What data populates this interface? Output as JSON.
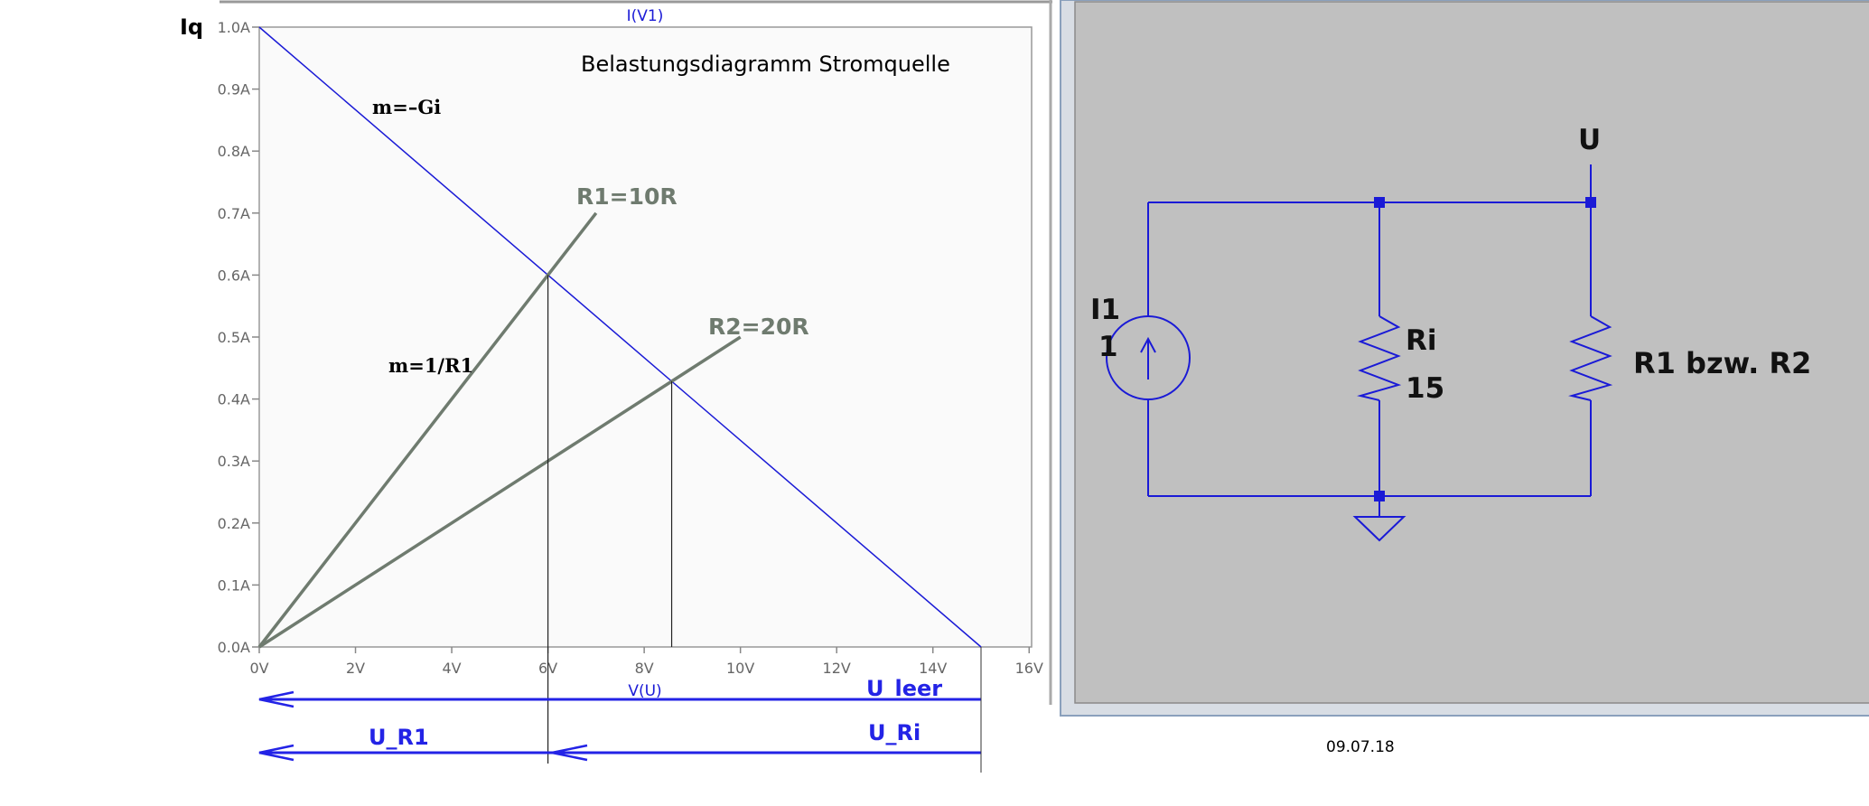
{
  "chart_data": {
    "type": "line",
    "title": "Belastungsdiagramm Stromquelle",
    "top_label": "I(V1)",
    "xlabel": "V(U)",
    "ylabel": "Iq",
    "xlim": [
      0,
      16
    ],
    "ylim": [
      0,
      1.0
    ],
    "x_ticks": [
      "0V",
      "2V",
      "4V",
      "6V",
      "8V",
      "10V",
      "12V",
      "14V",
      "16V"
    ],
    "y_ticks": [
      "0.0A",
      "0.1A",
      "0.2A",
      "0.3A",
      "0.4A",
      "0.5A",
      "0.6A",
      "0.7A",
      "0.8A",
      "0.9A",
      "1.0A"
    ],
    "series": [
      {
        "name": "m=–Gi",
        "color": "#1a1ad6",
        "x": [
          0,
          15
        ],
        "y": [
          1.0,
          0.0
        ]
      },
      {
        "name": "R1=10R",
        "color": "#6f7b6f",
        "x": [
          0,
          7
        ],
        "y": [
          0.0,
          0.7
        ]
      },
      {
        "name": "R2=20R",
        "color": "#6f7b6f",
        "x": [
          0,
          10
        ],
        "y": [
          0.0,
          0.5
        ]
      }
    ],
    "annotations": {
      "slope_gi": "m=–Gi",
      "slope_r1": "m=1/R1",
      "r1": "R1=10R",
      "r2": "R2=20R",
      "u_leer": "U_leer",
      "u_r1": "U_R1",
      "u_ri": "U_Ri"
    },
    "operating_points": [
      {
        "x": 6.0,
        "y": 0.6
      },
      {
        "x": 8.571,
        "y": 0.4286
      }
    ],
    "grid": false
  },
  "circuit": {
    "source_name": "I1",
    "source_value": "1",
    "ri_name": "Ri",
    "ri_value": "15",
    "load_label": "R1 bzw. R2",
    "node_label": "U",
    "wire_color": "#1a1ad6",
    "background": "#c0c0c0"
  },
  "date": "09.07.18"
}
